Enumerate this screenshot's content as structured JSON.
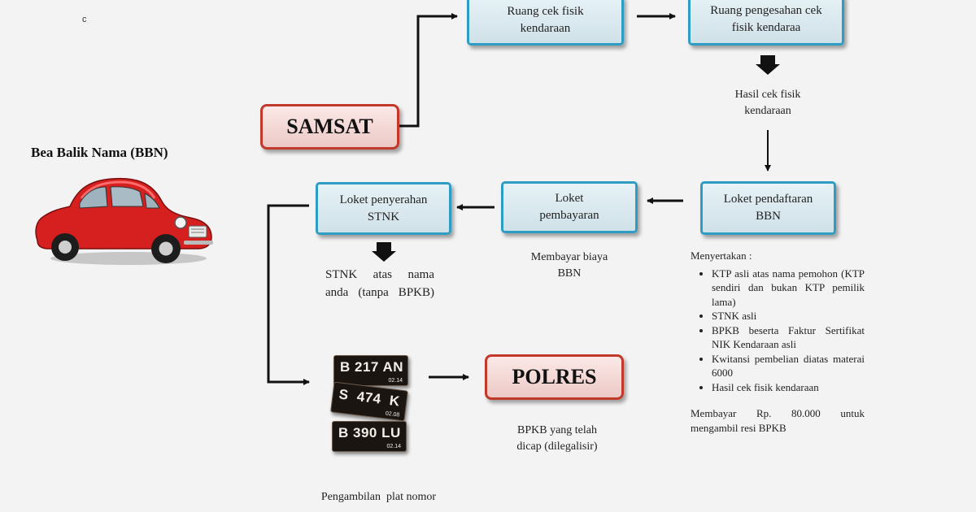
{
  "corner_mark": "c",
  "title": "Bea Balik Nama (BBN)",
  "boxes": {
    "samsat": "SAMSAT",
    "polres": "POLRES",
    "ruang_cek_1": "Ruang cek fisik",
    "ruang_cek_2": "kendaraan",
    "ruang_pengesahan_1": "Ruang pengesahan cek",
    "ruang_pengesahan_2": "fisik kendaraa",
    "loket_pendaftaran_1": "Loket pendaftaran",
    "loket_pendaftaran_2": "BBN",
    "loket_pembayaran_1": "Loket",
    "loket_pembayaran_2": "pembayaran",
    "loket_penyerahan_1": "Loket penyerahan",
    "loket_penyerahan_2": "STNK"
  },
  "captions": {
    "hasil_cek_1": "Hasil cek fisik",
    "hasil_cek_2": "kendaraan",
    "stnk_1": "STNK atas nama",
    "stnk_2": "anda (tanpa BPKB)",
    "membayar_1": "Membayar biaya",
    "membayar_2": "BBN",
    "bpkb_1": "BPKB yang telah",
    "bpkb_2": "dicap (dilegalisir)",
    "plat": "Pengambilan  plat nomor"
  },
  "requirements": {
    "heading": "Menyertakan :",
    "items": [
      "KTP asli atas nama pemohon (KTP sendiri dan bukan KTP pemilik lama)",
      "STNK asli",
      "BPKB beserta Faktur Sertifikat NIK Kendaraan asli",
      "Kwitansi pembelian diatas materai 6000",
      "Hasil cek fisik kendaraan"
    ],
    "payment_1": "Membayar Rp. 80.000 untuk",
    "payment_2": "mengambil resi BPKB"
  },
  "plates": [
    {
      "number": "B 217 AN",
      "date": "02.14"
    },
    {
      "number": "S  474  K",
      "date": "02.08"
    },
    {
      "number": "B 390 LU",
      "date": "02.14"
    }
  ],
  "colors": {
    "blue_border": "#2f9cc4",
    "red_border": "#c0392b",
    "car_red": "#d62020",
    "arrow": "#111111"
  }
}
